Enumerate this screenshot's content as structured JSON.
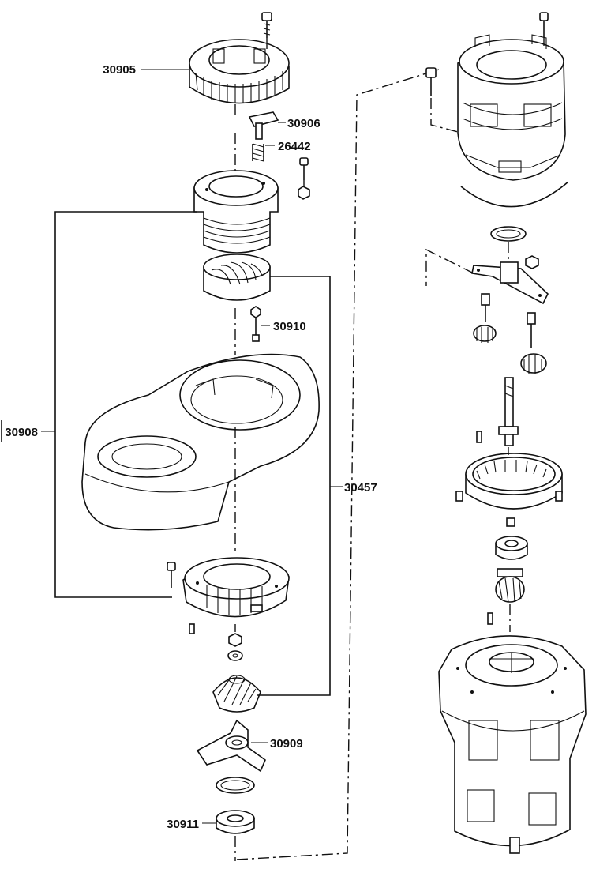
{
  "labels": {
    "p30905": "30905",
    "p30906": "30906",
    "p26442": "26442",
    "p30910": "30910",
    "p30908": "30908",
    "p30457": "30457",
    "p30909": "30909",
    "p30911": "30911"
  },
  "colors": {
    "ink": "#111111",
    "paper": "#ffffff"
  }
}
